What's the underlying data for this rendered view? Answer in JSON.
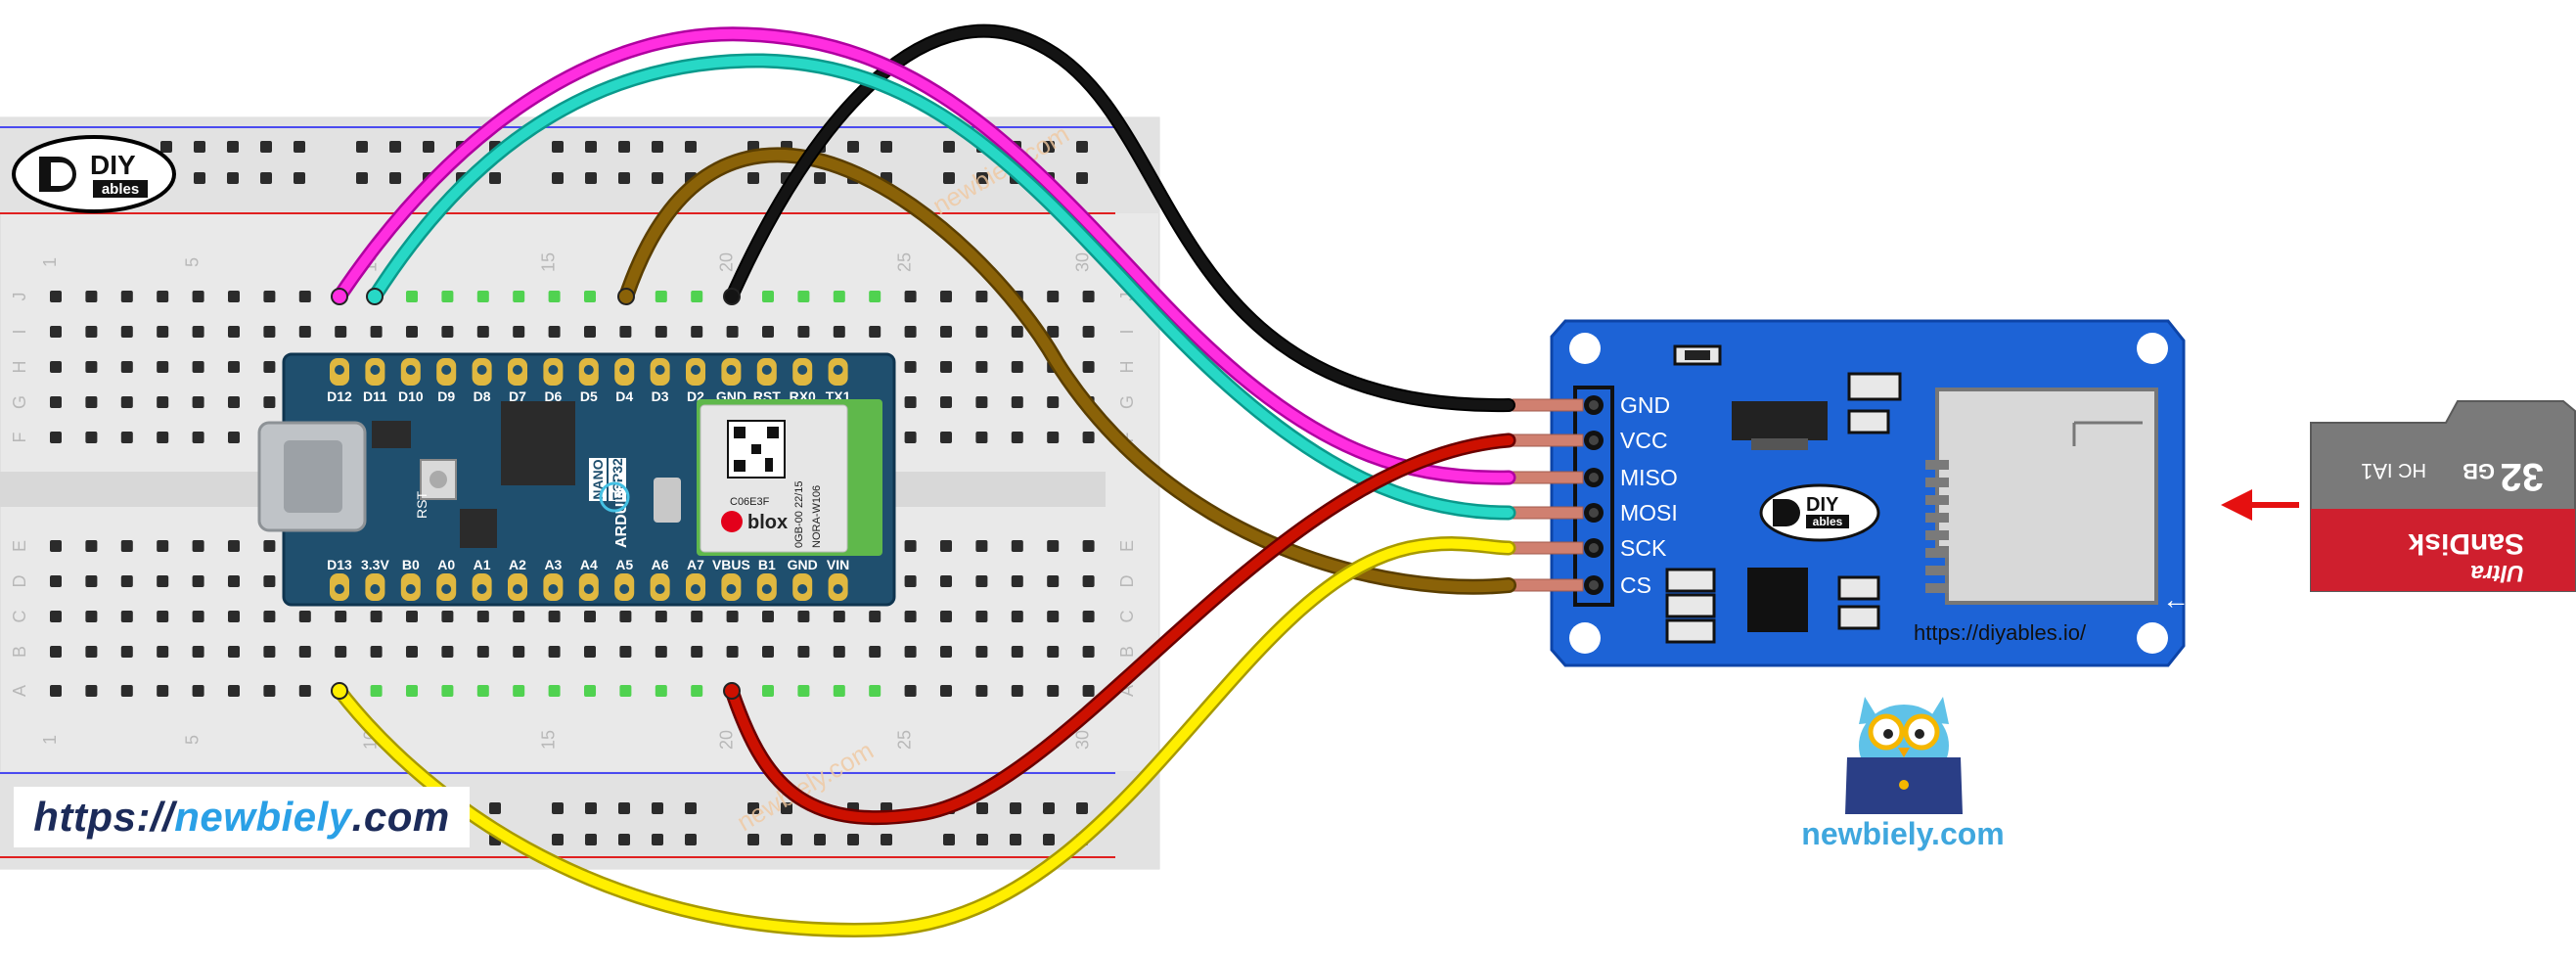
{
  "diagram": {
    "breadboard": {
      "column_numbers": [
        "1",
        "5",
        "10",
        "15",
        "20",
        "25",
        "30"
      ],
      "row_letters_top": [
        "J",
        "I",
        "H",
        "G",
        "F"
      ],
      "row_letters_bottom": [
        "E",
        "D",
        "C",
        "B",
        "A"
      ],
      "watermark": "newbiely.com"
    },
    "board": {
      "name_line1": "NANO",
      "name_line2": "ESP32",
      "brand": "ARDUINO",
      "top_pins": [
        "D12",
        "D11",
        "D10",
        "D9",
        "D8",
        "D7",
        "D6",
        "D5",
        "D4",
        "D3",
        "D2",
        "GND",
        "RST",
        "RX0",
        "TX1"
      ],
      "bottom_pins": [
        "D13",
        "3.3V",
        "B0",
        "A0",
        "A1",
        "A2",
        "A3",
        "A4",
        "A5",
        "A6",
        "A7",
        "VBUS",
        "B1",
        "GND",
        "VIN"
      ],
      "rst_label": "RST",
      "module_code": "C06E3F",
      "module_id": "0GB-00 22/15",
      "module_model": "NORA-W106",
      "module_brand": "blox"
    },
    "sd_module": {
      "pins": [
        "GND",
        "VCC",
        "MISO",
        "MOSI",
        "SCK",
        "CS"
      ],
      "url": "https://diyables.io/"
    },
    "sd_card": {
      "brand": "SanDisk",
      "line": "Ultra",
      "capacity": "32",
      "unit": "GB",
      "rating": "A1",
      "class_marks": "HC I"
    },
    "logo": {
      "line1": "DIY",
      "line2": "ables"
    },
    "footer_url": {
      "prefix": "https://",
      "name": "newbiely",
      "suffix": ".com"
    },
    "brand_text": "newbiely.com",
    "colors": {
      "breadboard": "#e9e9e9",
      "board": "#1f4f6e",
      "sd_module": "#1d63d6",
      "wire_magenta": "#ff2ee0",
      "wire_cyan": "#27d8c6",
      "wire_black": "#111111",
      "wire_brown": "#8a6208",
      "wire_red": "#cc1000",
      "wire_yellow": "#ffef00"
    }
  }
}
